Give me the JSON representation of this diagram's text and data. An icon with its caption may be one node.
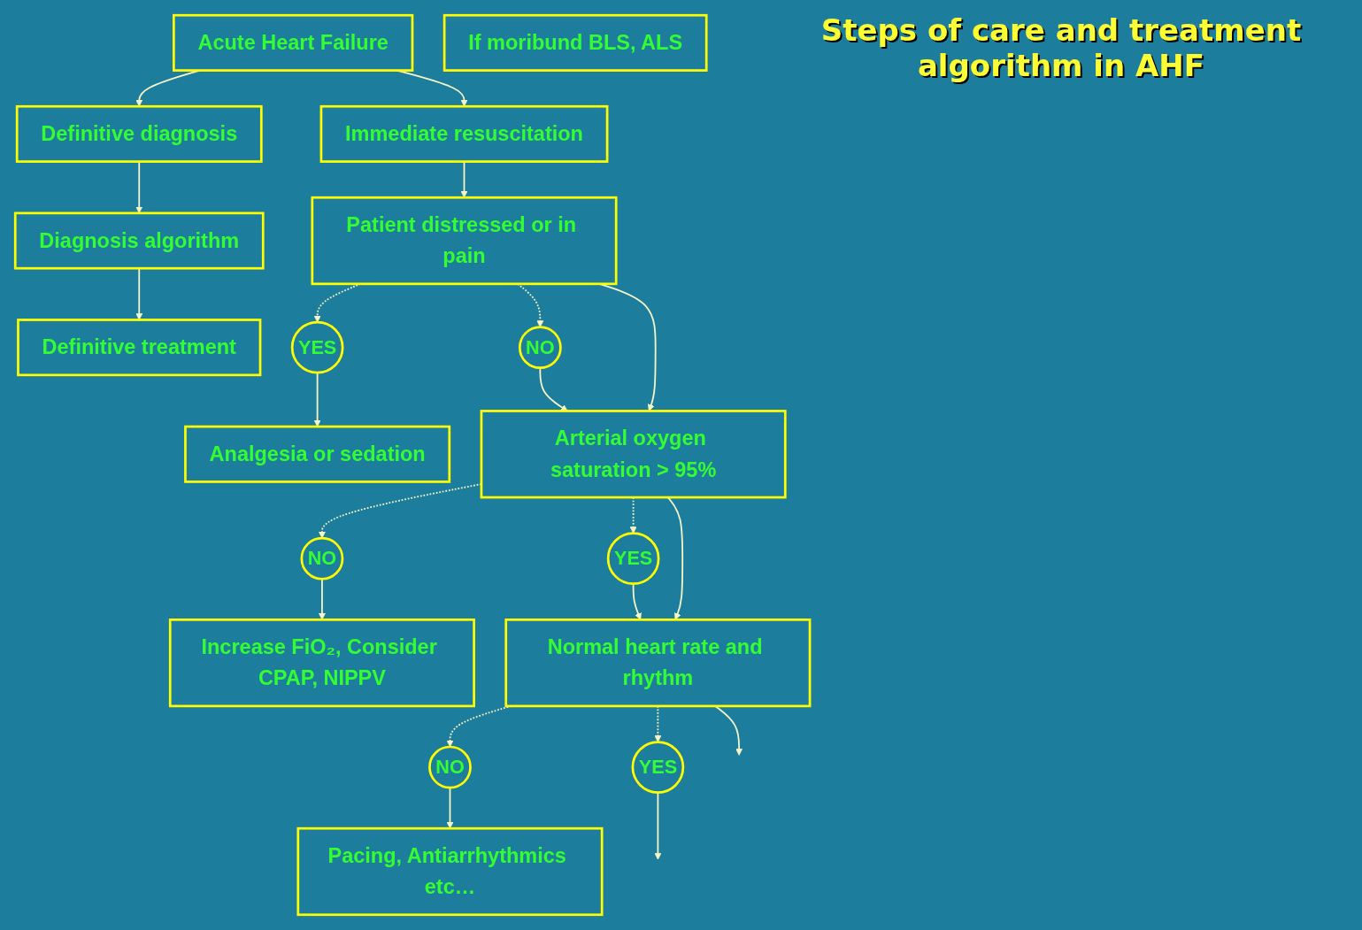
{
  "diagram": {
    "title": "Steps of care and treatment algorithm in AHF",
    "nodes": [
      {
        "text": [
          "Acute Heart Failure"
        ]
      },
      {
        "text": [
          "Definitive diagnosis"
        ]
      },
      {
        "text": [
          "Immediate resuscitation"
        ]
      },
      {
        "text": [
          "If moribund BLS, ALS"
        ]
      },
      {
        "text": [
          "Diagnosis algorithm"
        ]
      },
      {
        "text": [
          "Patient distressed or in pain"
        ]
      },
      {
        "text": [
          "YES"
        ]
      },
      {
        "text": [
          "Analgesia or sedation"
        ]
      },
      {
        "text": [
          "NO"
        ]
      },
      {
        "text": [
          "Definitive treatment"
        ]
      },
      {
        "text": [
          "Arterial oxygen saturation > 95%"
        ]
      },
      {
        "text": [
          "NO"
        ]
      },
      {
        "text": [
          "Increase FiO₂, Consider CPAP, NIPPV"
        ]
      },
      {
        "text": [
          "YES"
        ]
      },
      {
        "text": [
          "Normal heart rate and rhythm"
        ]
      },
      {
        "text": [
          "NO"
        ]
      },
      {
        "text": [
          "Pacing, Antiarrhythmics etc…"
        ]
      },
      {
        "text": [
          "YES"
        ]
      }
    ],
    "edges": [
      {
        "from": 0,
        "to": 1,
        "arrow": "to"
      },
      {
        "from": 0,
        "to": 2,
        "arrow": "to"
      },
      {
        "from": 1,
        "to": 4,
        "arrow": "to"
      },
      {
        "from": 2,
        "to": 5,
        "arrow": "to"
      },
      {
        "from": 4,
        "to": 9,
        "arrow": "to"
      },
      {
        "from": 5,
        "to": 6,
        "arrow": "to",
        "style": "dashed"
      },
      {
        "from": 5,
        "to": 8,
        "arrow": "to",
        "style": "dashed"
      },
      {
        "from": 6,
        "to": 7,
        "arrow": "to"
      },
      {
        "from": 8,
        "to": 10,
        "arrow": "to"
      },
      {
        "from": 5,
        "to": 10,
        "arrow": "to"
      },
      {
        "from": 10,
        "to": 11,
        "arrow": "to",
        "style": "dashed"
      },
      {
        "from": 10,
        "to": 13,
        "arrow": "to",
        "style": "dashed"
      },
      {
        "from": 11,
        "to": 12,
        "arrow": "to"
      },
      {
        "from": 13,
        "to": 14,
        "arrow": "to"
      },
      {
        "from": 10,
        "to": 14,
        "arrow": "to"
      },
      {
        "from": 14,
        "to": 15,
        "arrow": "to",
        "style": "dashed"
      },
      {
        "from": 14,
        "to": 17,
        "arrow": "to",
        "style": "dashed"
      },
      {
        "from": 15,
        "to": 16,
        "arrow": "to"
      },
      {
        "from": 17,
        "to": null,
        "arrow": "to"
      },
      {
        "from": 14,
        "to": null,
        "arrow": "to"
      }
    ]
  }
}
